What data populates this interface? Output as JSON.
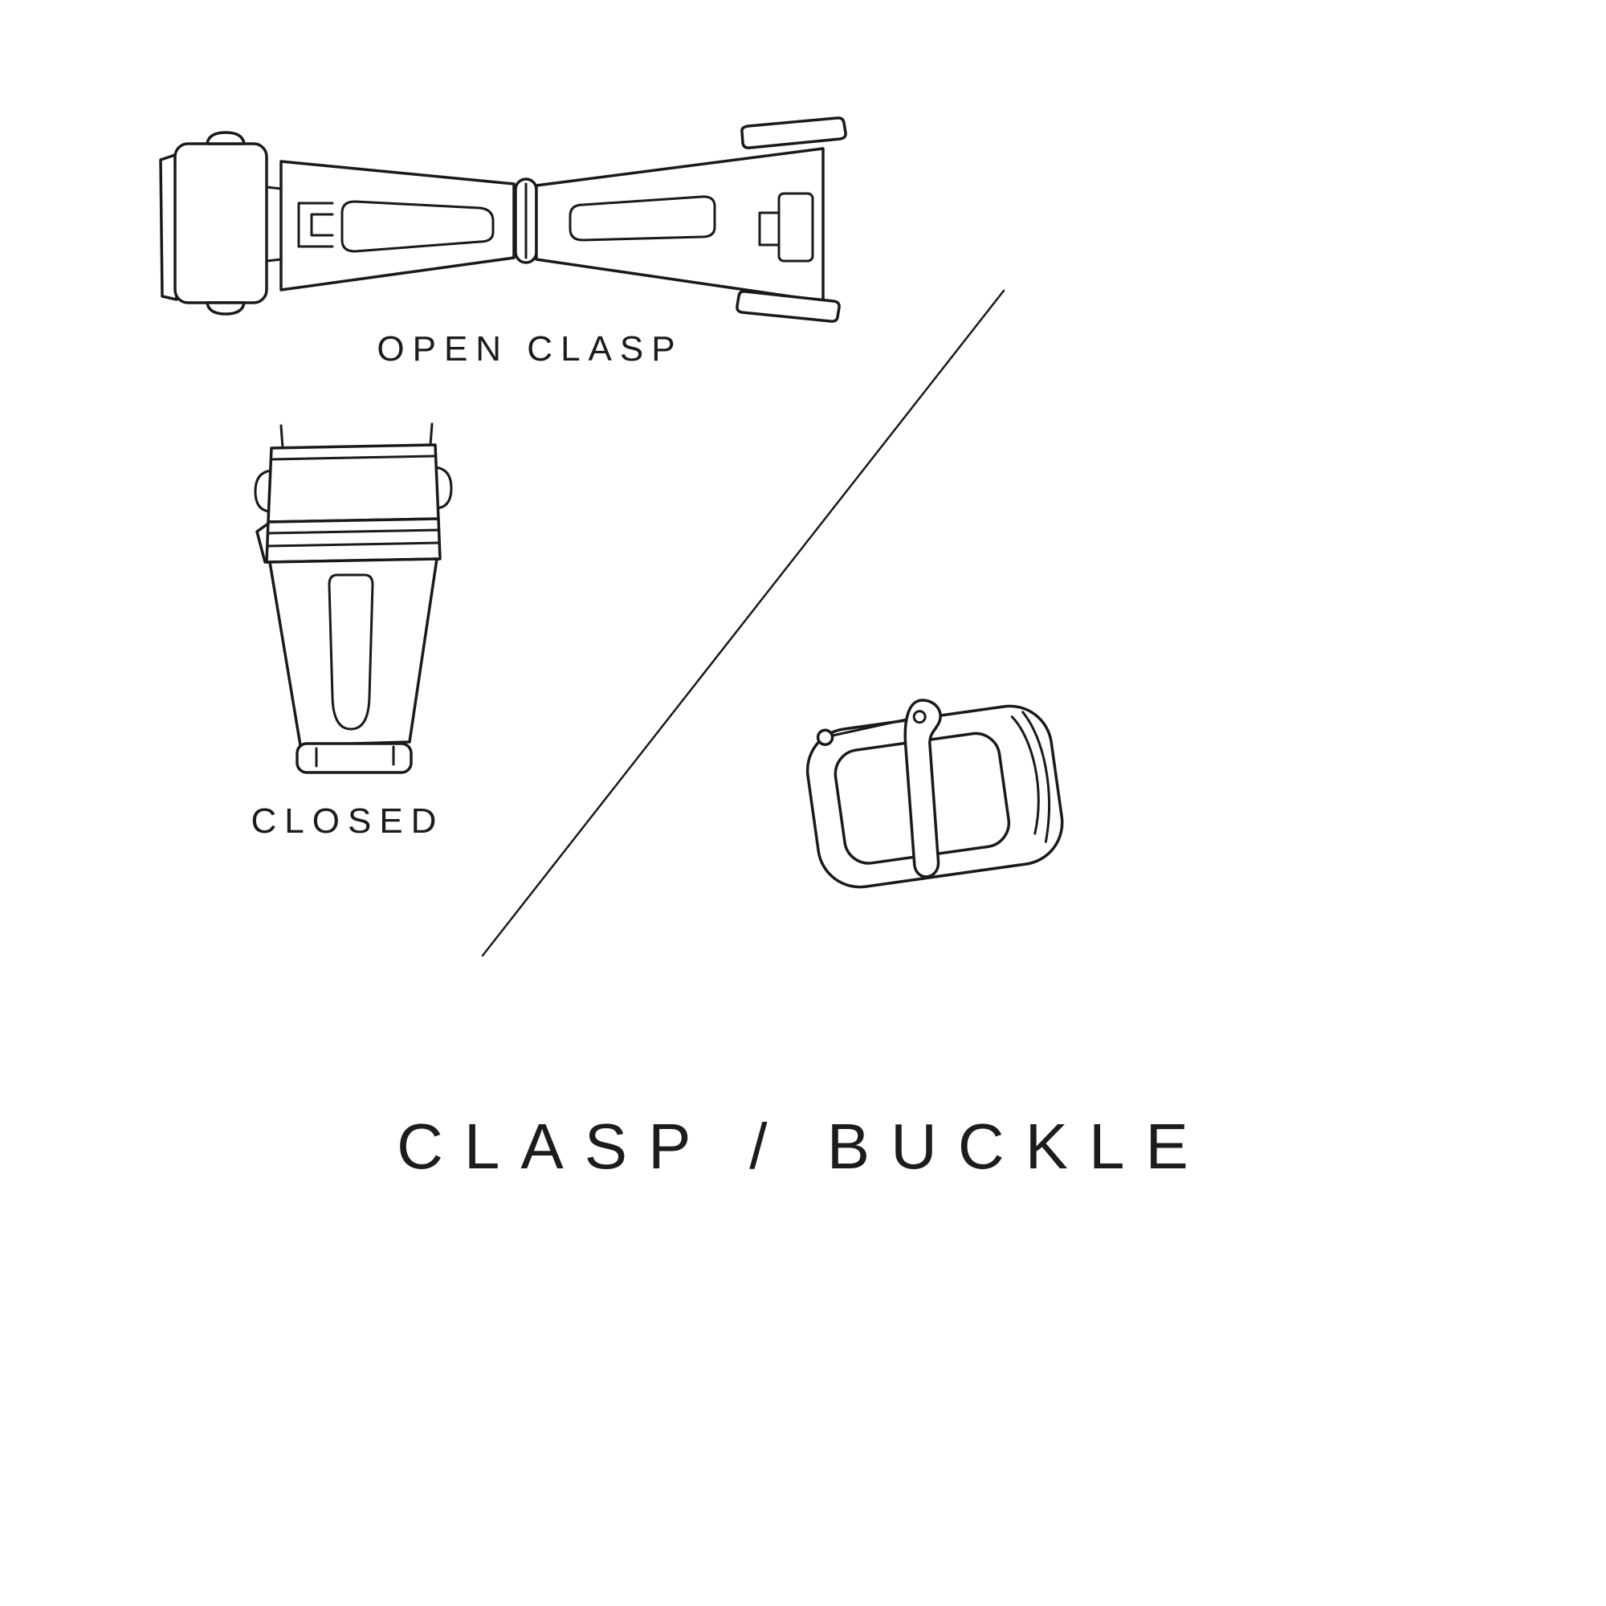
{
  "page": {
    "background_color": "#ffffff",
    "ink_color": "#1a1a1a",
    "title": "CLASP / BUCKLE"
  },
  "figures": {
    "open_clasp": {
      "icon": "open-clasp-illustration",
      "label": "OPEN CLASP"
    },
    "closed_clasp": {
      "icon": "closed-clasp-illustration",
      "label": "CLOSED"
    },
    "tang_buckle": {
      "icon": "tang-buckle-illustration"
    },
    "divider": {
      "icon": "diagonal-divider-line"
    }
  }
}
